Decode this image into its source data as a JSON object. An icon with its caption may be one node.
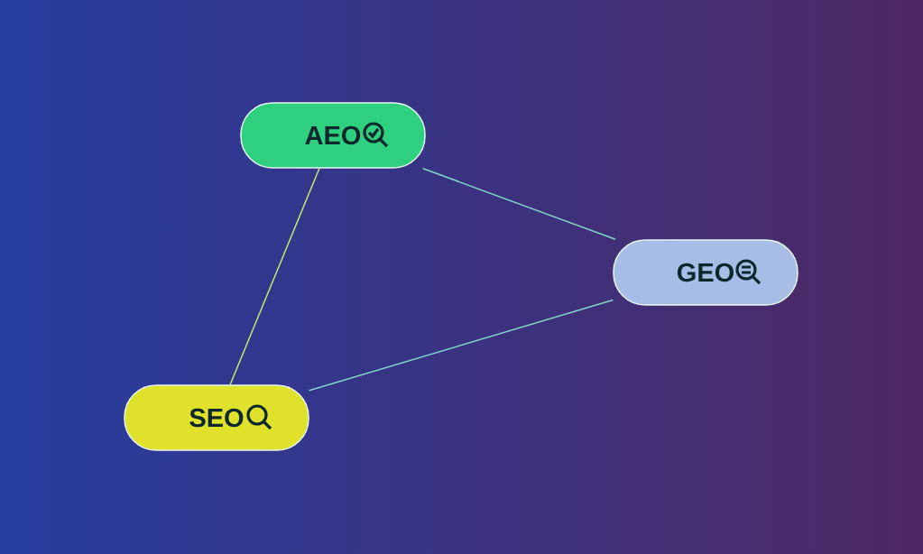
{
  "diagram": {
    "nodes": [
      {
        "text": [
          "AEO"
        ]
      },
      {
        "text": [
          "GEO"
        ]
      },
      {
        "text": [
          "SEO"
        ]
      }
    ],
    "edges": [
      {
        "from": 0,
        "to": 2,
        "arrow": "none",
        "color": "#c5e86c"
      },
      {
        "from": 0,
        "to": 1,
        "arrow": "none"
      },
      {
        "from": 1,
        "to": 2,
        "arrow": "none"
      }
    ]
  }
}
